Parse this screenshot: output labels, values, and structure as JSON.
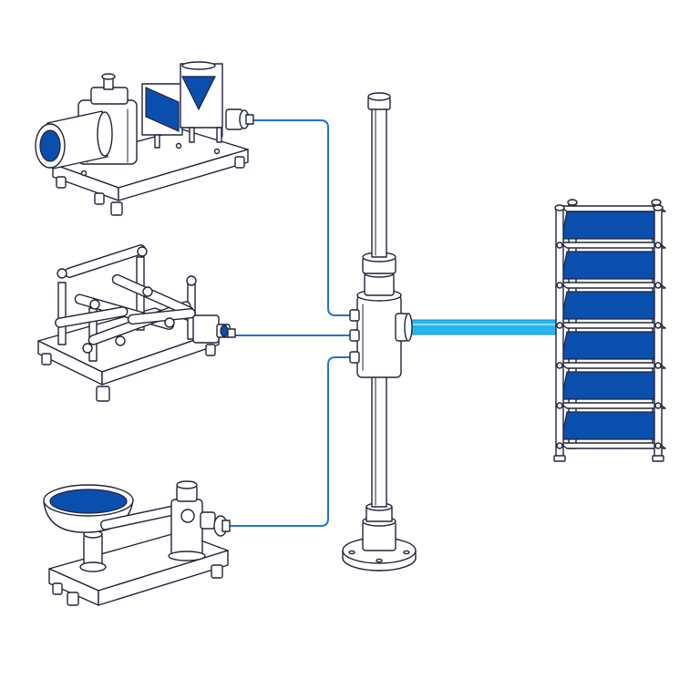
{
  "diagram": {
    "colors": {
      "line": "#20233a",
      "panel_fill": "#0b4fae",
      "wire": "#1e73d8",
      "beam": "#27b4f0",
      "background": "#ffffff"
    },
    "components": [
      {
        "id": "optical-bench",
        "icon": "telescope-optics-icon"
      },
      {
        "id": "linkage-mechanism",
        "icon": "linkage-icon"
      },
      {
        "id": "dish-balance",
        "icon": "scale-icon"
      },
      {
        "id": "central-mast",
        "icon": "mast-icon"
      },
      {
        "id": "panel-rack",
        "icon": "panel-rack-icon",
        "panel_count": 6
      }
    ],
    "connections": [
      {
        "from": "optical-bench",
        "to": "central-mast"
      },
      {
        "from": "linkage-mechanism",
        "to": "central-mast"
      },
      {
        "from": "dish-balance",
        "to": "central-mast"
      },
      {
        "from": "central-mast",
        "to": "panel-rack",
        "kind": "beam"
      }
    ]
  }
}
